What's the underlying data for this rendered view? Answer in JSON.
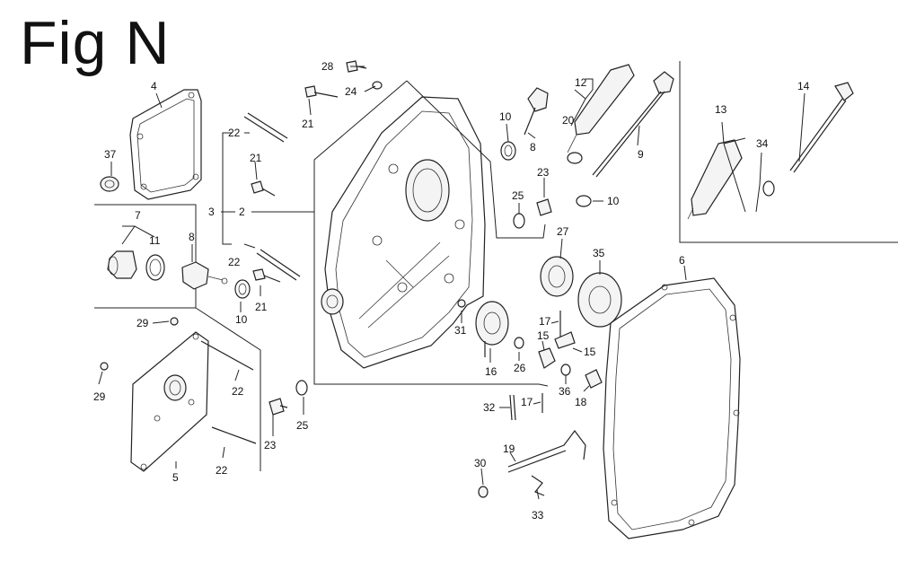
{
  "title": "Fig N",
  "callouts": {
    "c1": "28",
    "c2": "24",
    "c3": "4",
    "c4": "21",
    "c5": "22",
    "c6": "37",
    "c7": "21",
    "c8": "3",
    "c9": "2",
    "c10": "7",
    "c11": "11",
    "c12": "8",
    "c13": "22",
    "c14": "21",
    "c15": "10",
    "c16": "29",
    "c17": "29",
    "c18": "22",
    "c19": "22",
    "c20": "5",
    "c21": "23",
    "c22": "25",
    "c23": "10",
    "c24": "8",
    "c25": "12",
    "c26": "20",
    "c27": "9",
    "c28": "23",
    "c29": "25",
    "c30": "10",
    "c31": "13",
    "c32": "34",
    "c33": "14",
    "c34": "27",
    "c35": "35",
    "c36": "6",
    "c37": "31",
    "c38": "16",
    "c39": "26",
    "c40": "17",
    "c41": "15",
    "c42": "15",
    "c43": "36",
    "c44": "18",
    "c45": "17",
    "c46": "32",
    "c47": "19",
    "c48": "30",
    "c49": "33"
  }
}
